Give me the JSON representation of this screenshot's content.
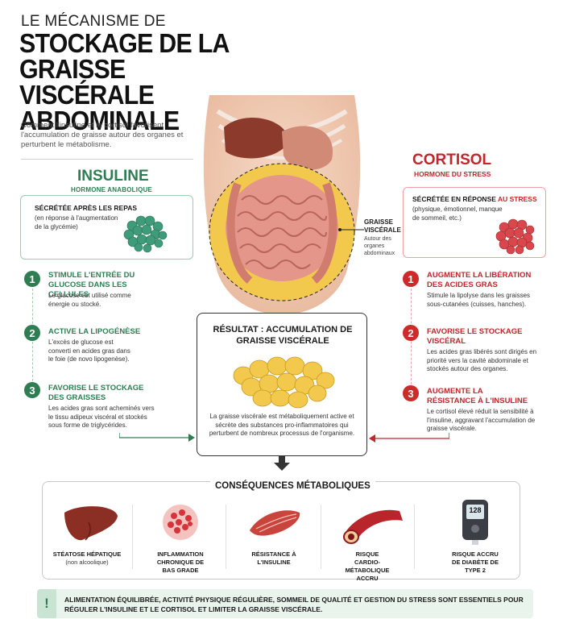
{
  "header": {
    "kicker": "LE MÉCANISME DE",
    "title": "STOCKAGE DE LA GRAISSE VISCÉRALE ABDOMINALE",
    "subtitle": "Comment l'insuline et le cortisol favorisent l'accumulation de graisse autour des organes et perturbent le métabolisme."
  },
  "illustration": {
    "label": "GRAISSE VISCÉRALE",
    "sublabel": "Autour des organes abdominaux"
  },
  "insulin": {
    "title": "INSULINE",
    "subtitle": "HORMONE ANABOLIQUE",
    "box_heading": "SÉCRÉTÉE APRÈS LES REPAS",
    "box_text": "(en réponse à l'augmentation de la glycémie)",
    "steps": [
      {
        "num": "1",
        "heading": "STIMULE L'ENTRÉE DU GLUCOSE DANS LES CELLULES",
        "text": "Le glucose est utilisé comme énergie ou stocké."
      },
      {
        "num": "2",
        "heading": "ACTIVE LA LIPOGÉNÈSE",
        "text": "L'excès de glucose est converti en acides gras dans le foie (de novo lipogenèse)."
      },
      {
        "num": "3",
        "heading": "FAVORISE LE STOCKAGE DES GRAISSES",
        "text": "Les acides gras sont acheminés vers le tissu adipeux viscéral et stockés sous forme de triglycérides."
      }
    ]
  },
  "cortisol": {
    "title": "CORTISOL",
    "subtitle": "HORMONE DU STRESS",
    "box_heading_a": "SÉCRÉTÉE EN RÉPONSE ",
    "box_heading_b": "AU STRESS",
    "box_text": "(physique, émotionnel, manque de sommeil, etc.)",
    "steps": [
      {
        "num": "1",
        "heading": "AUGMENTE LA LIBÉRATION DES ACIDES GRAS",
        "text": "Stimule la lipolyse dans les graisses sous-cutanées (cuisses, hanches)."
      },
      {
        "num": "2",
        "heading": "FAVORISE LE STOCKAGE VISCÉRAL",
        "text": "Les acides gras libérés sont dirigés en priorité vers la cavité abdominale et stockés autour des organes."
      },
      {
        "num": "3",
        "heading": "AUGMENTE LA RÉSISTANCE À L'INSULINE",
        "text": "Le cortisol élevé réduit la sensibilité à l'insuline, aggravant l'accumulation de graisse viscérale."
      }
    ]
  },
  "result": {
    "title": "RÉSULTAT : ACCUMULATION DE GRAISSE VISCÉRALE",
    "text": "La graisse viscérale est métaboliquement active et sécrète des substances pro-inflammatoires qui perturbent de nombreux processus de l'organisme."
  },
  "consequences": {
    "title": "CONSÉQUENCES MÉTABOLIQUES",
    "items": [
      {
        "label": "STÉATOSE HÉPATIQUE",
        "sub": "(non alcoolique)",
        "icon": "liver-icon"
      },
      {
        "label": "INFLAMMATION CHRONIQUE DE BAS GRADE",
        "sub": "",
        "icon": "inflammation-icon"
      },
      {
        "label": "RÉSISTANCE À L'INSULINE",
        "sub": "",
        "icon": "muscle-icon"
      },
      {
        "label": "RISQUE CARDIO-MÉTABOLIQUE ACCRU",
        "sub": "",
        "icon": "artery-icon"
      },
      {
        "label": "RISQUE ACCRU DE DIABÈTE DE TYPE 2",
        "sub": "",
        "icon": "glucometer-icon",
        "reading": "128"
      }
    ]
  },
  "footer": {
    "icon": "!",
    "text": "ALIMENTATION ÉQUILIBRÉE, ACTIVITÉ PHYSIQUE RÉGULIÈRE, SOMMEIL DE QUALITÉ ET GESTION DU STRESS SONT ESSENTIELS POUR RÉGULER L'INSULINE ET LE CORTISOL ET LIMITER LA GRAISSE VISCÉRALE."
  },
  "colors": {
    "insulin_green": "#2f7d52",
    "cortisol_red": "#c0262b",
    "fat_yellow": "#f2c94c"
  }
}
